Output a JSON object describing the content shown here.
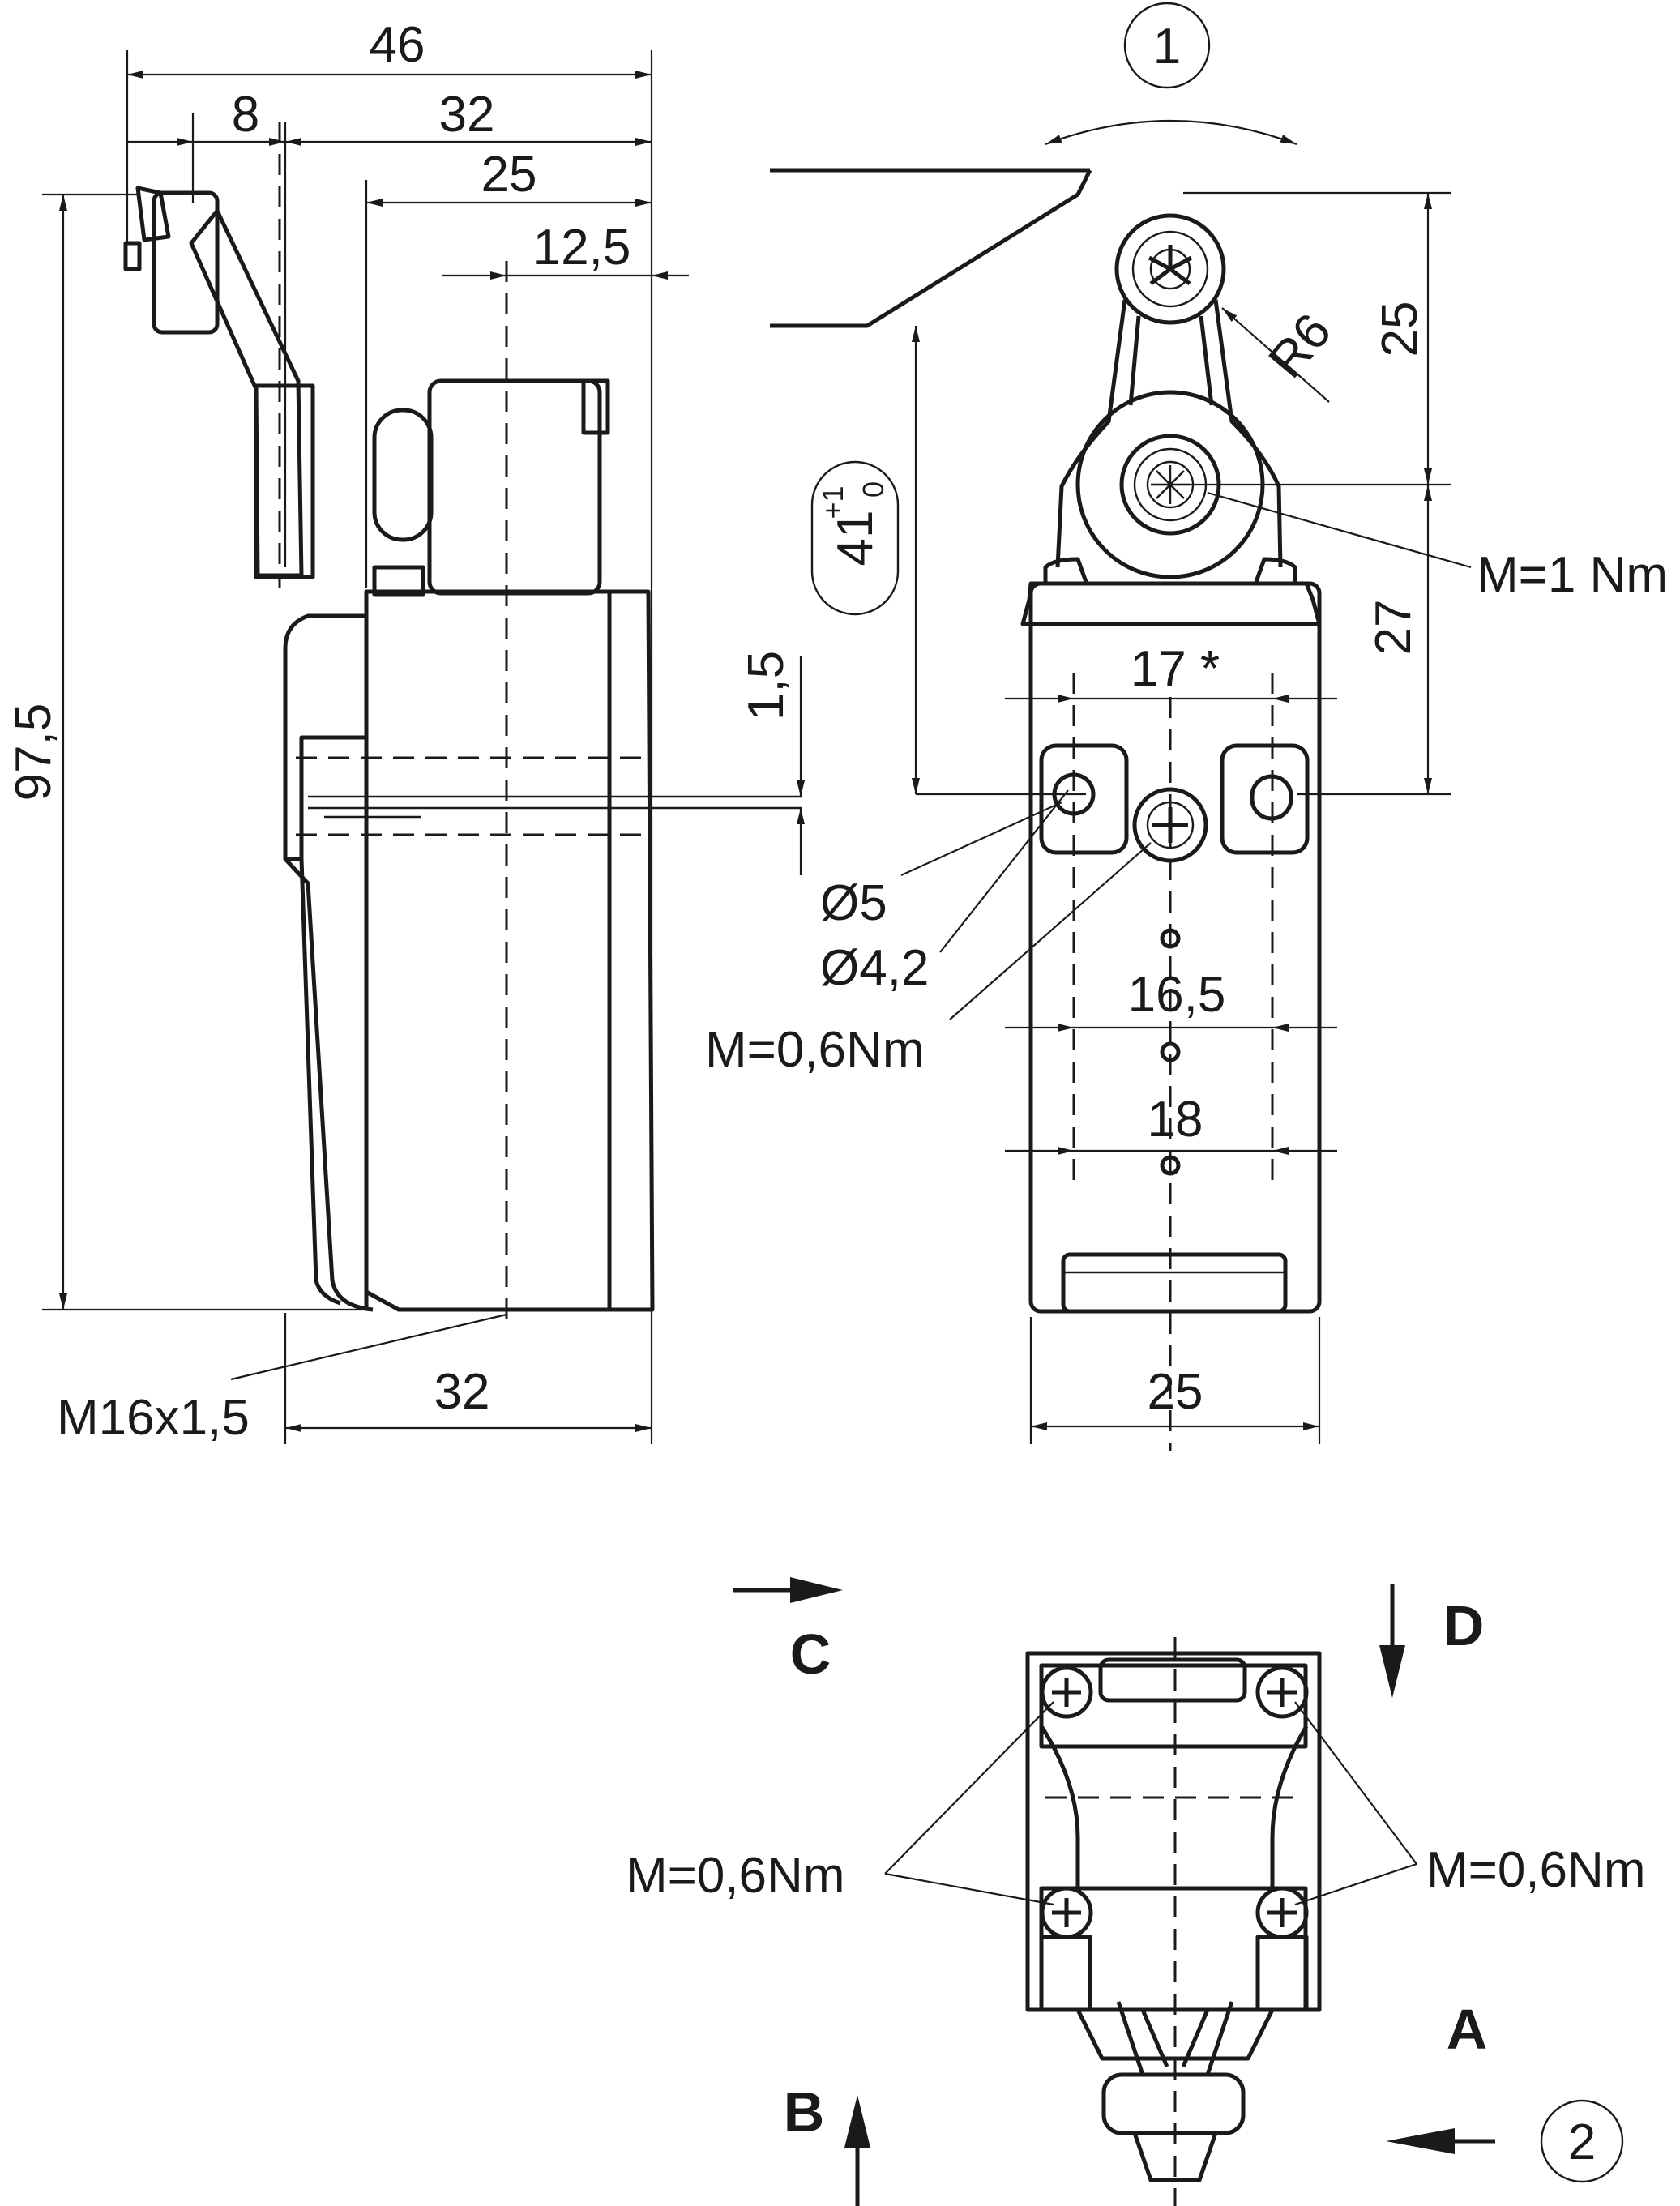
{
  "dimensions": {
    "overall_width": "46",
    "lever_offset": "8",
    "body_to_lever": "32",
    "body_width_top": "25",
    "center_offset": "12,5",
    "overall_height": "97,5",
    "bottom_width_side": "32",
    "conduit_thread": "M16x1,5",
    "actuator_height_base": "41",
    "actuator_tol_upper": "+1",
    "actuator_tol_lower": "0",
    "offset_small": "1,5",
    "roller_to_pivot": "25",
    "pivot_to_hole": "27",
    "roller_radius": "R6",
    "hole_spacing_top": "17 *",
    "hole_spacing_mid": "16,5",
    "hole_spacing_low": "18",
    "body_width_front": "25",
    "hole_dia_large": "Ø5",
    "hole_dia_small": "Ø4,2"
  },
  "torques": {
    "lever_screw": "M=1 Nm",
    "front_screw": "M=0,6Nm",
    "cover_left": "M=0,6Nm",
    "cover_right": "M=0,6Nm"
  },
  "view_labels": {
    "A": "A",
    "B": "B",
    "C": "C",
    "D": "D"
  },
  "callouts": {
    "one": "1",
    "two": "2"
  }
}
